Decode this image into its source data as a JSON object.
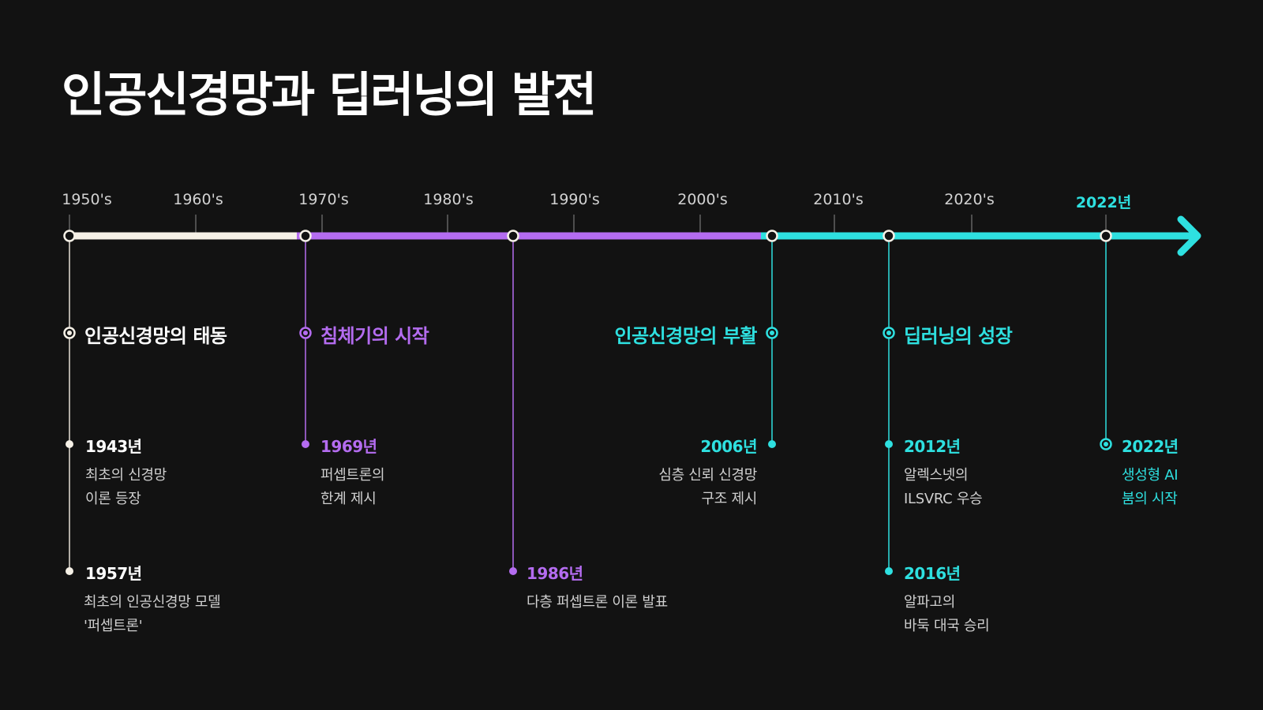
{
  "title": "인공신경망과 딥러닝의 발전",
  "colors": {
    "background": "#121212",
    "white_phase": "#f5f0e6",
    "purple_phase": "#b46cf0",
    "cyan_phase": "#2ee0e0"
  },
  "decades": [
    "1950's",
    "1960's",
    "1970's",
    "1980's",
    "1990's",
    "2000's",
    "2010's",
    "2020's",
    "2022년"
  ],
  "phases": [
    {
      "title": "인공신경망의 태동"
    },
    {
      "title": "침체기의 시작"
    },
    {
      "title": "인공신경망의 부활"
    },
    {
      "title": "딥러닝의 성장"
    }
  ],
  "events": [
    {
      "year": "1943년",
      "desc": [
        "최초의 신경망",
        "이론 등장"
      ]
    },
    {
      "year": "1957년",
      "desc": [
        "최초의 인공신경망 모델",
        "'퍼셉트론'"
      ]
    },
    {
      "year": "1969년",
      "desc": [
        "퍼셉트론의",
        "한계 제시"
      ]
    },
    {
      "year": "1986년",
      "desc": [
        "다층 퍼셉트론 이론 발표"
      ]
    },
    {
      "year": "2006년",
      "desc": [
        "심층 신뢰 신경망",
        "구조 제시"
      ]
    },
    {
      "year": "2012년",
      "desc": [
        "알렉스넷의",
        "ILSVRC 우승"
      ]
    },
    {
      "year": "2016년",
      "desc": [
        "알파고의",
        "바둑 대국 승리"
      ]
    },
    {
      "year": "2022년",
      "desc": [
        "생성형 AI",
        "붐의 시작"
      ]
    }
  ]
}
